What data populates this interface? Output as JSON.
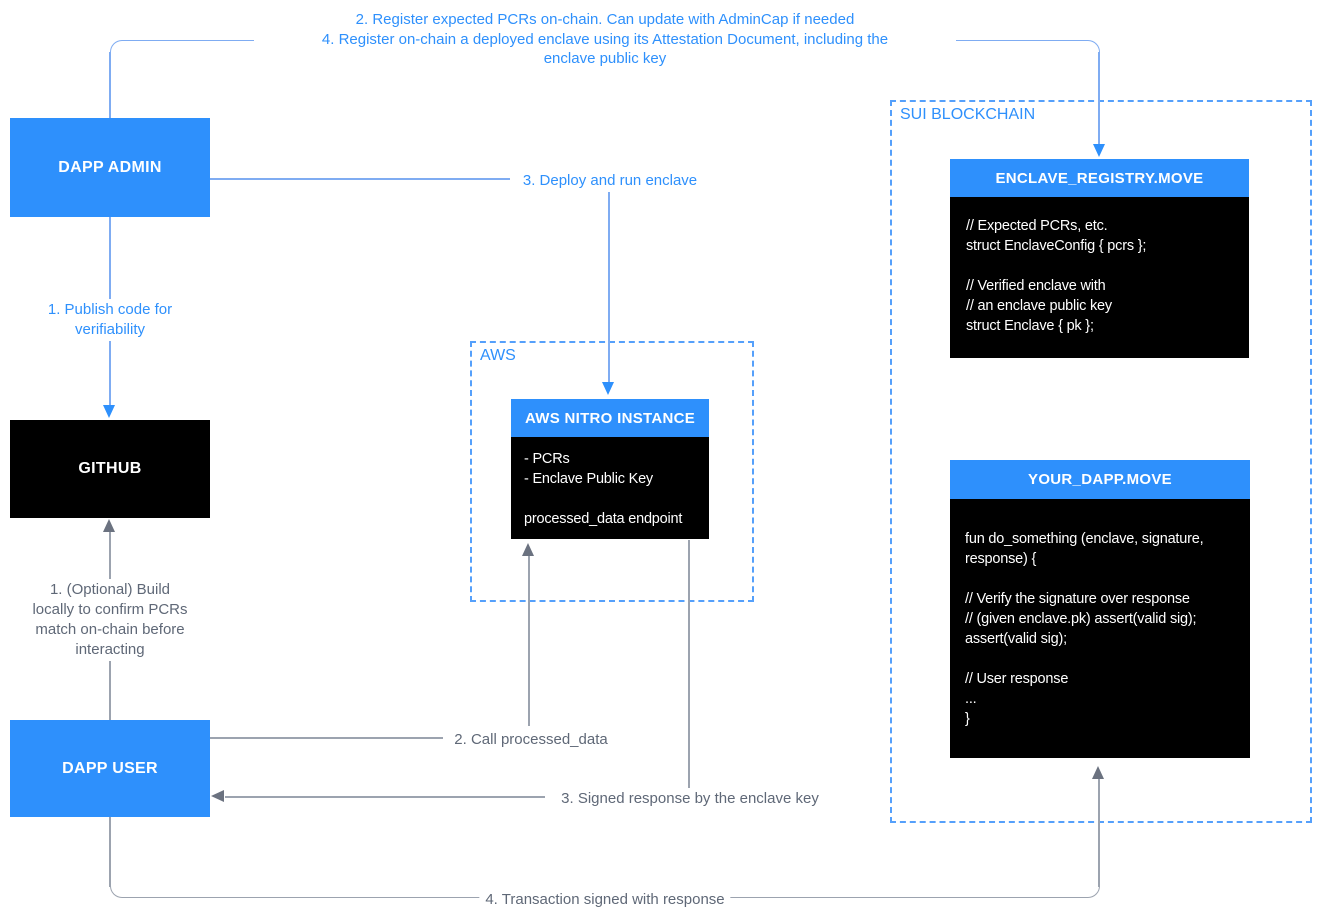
{
  "colors": {
    "accent_blue": "#2E90FC",
    "connector_blue": "#7FACF2",
    "dashed_border_blue": "#55A0FB",
    "connector_gray": "#9CA3AF",
    "arrow_gray": "#6B7280",
    "label_gray": "#5F6877",
    "box_black": "#000000"
  },
  "nodes": {
    "dapp_admin": {
      "label": "DAPP ADMIN"
    },
    "github": {
      "label": "GITHUB"
    },
    "dapp_user": {
      "label": "DAPP USER"
    },
    "aws_group": {
      "label": "AWS"
    },
    "sui_group": {
      "label": "SUI BLOCKCHAIN"
    },
    "aws_nitro": {
      "title": "AWS NITRO INSTANCE",
      "body": "- PCRs\n- Enclave Public Key\n\nprocessed_data endpoint"
    },
    "enclave_registry": {
      "title": "ENCLAVE_REGISTRY.MOVE",
      "body": "// Expected PCRs, etc.\nstruct EnclaveConfig { pcrs };\n\n// Verified enclave with\n// an enclave public key\nstruct Enclave { pk };"
    },
    "your_dapp": {
      "title": "YOUR_DAPP.MOVE",
      "body": "fun do_something (enclave, signature,\nresponse) {\n\n// Verify the signature over response\n// (given enclave.pk) assert(valid sig);\nassert(valid sig);\n\n// User response\n...\n}"
    }
  },
  "edges": {
    "register": {
      "label": "2. Register expected PCRs on-chain. Can update with AdminCap if needed\n4. Register on-chain a deployed enclave using its Attestation Document, including the\nenclave public key"
    },
    "publish": {
      "label": "1. Publish code for\nverifiability"
    },
    "deploy": {
      "label": "3. Deploy and run enclave"
    },
    "optional_build": {
      "label": "1. (Optional) Build\nlocally to confirm PCRs\nmatch on-chain before\ninteracting"
    },
    "call": {
      "label": "2. Call processed_data"
    },
    "signed_response": {
      "label": "3. Signed response by the enclave key"
    },
    "transaction": {
      "label": "4. Transaction signed with response"
    }
  }
}
